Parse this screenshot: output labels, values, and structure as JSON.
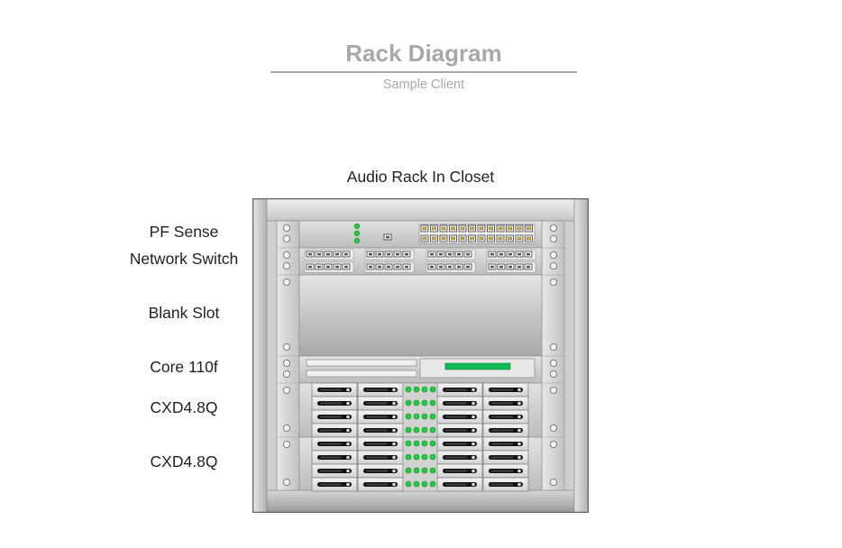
{
  "diagram": {
    "title": "Rack Diagram",
    "subtitle": "Sample Client",
    "rack_title": "Audio Rack In Closet",
    "devices": [
      {
        "label": "PF Sense",
        "type": "firewall-router"
      },
      {
        "label": "Network Switch",
        "type": "network-switch"
      },
      {
        "label": "Blank Slot",
        "type": "blank-panel"
      },
      {
        "label": "Core 110f",
        "type": "audio-processor"
      },
      {
        "label": "CXD4.8Q",
        "type": "amplifier"
      },
      {
        "label": "CXD4.8Q",
        "type": "amplifier"
      }
    ],
    "colors": {
      "led": "#22cc44",
      "display": "#11bb55",
      "port_jack": "#e8c020",
      "title_text": "#a8a8a8"
    }
  }
}
